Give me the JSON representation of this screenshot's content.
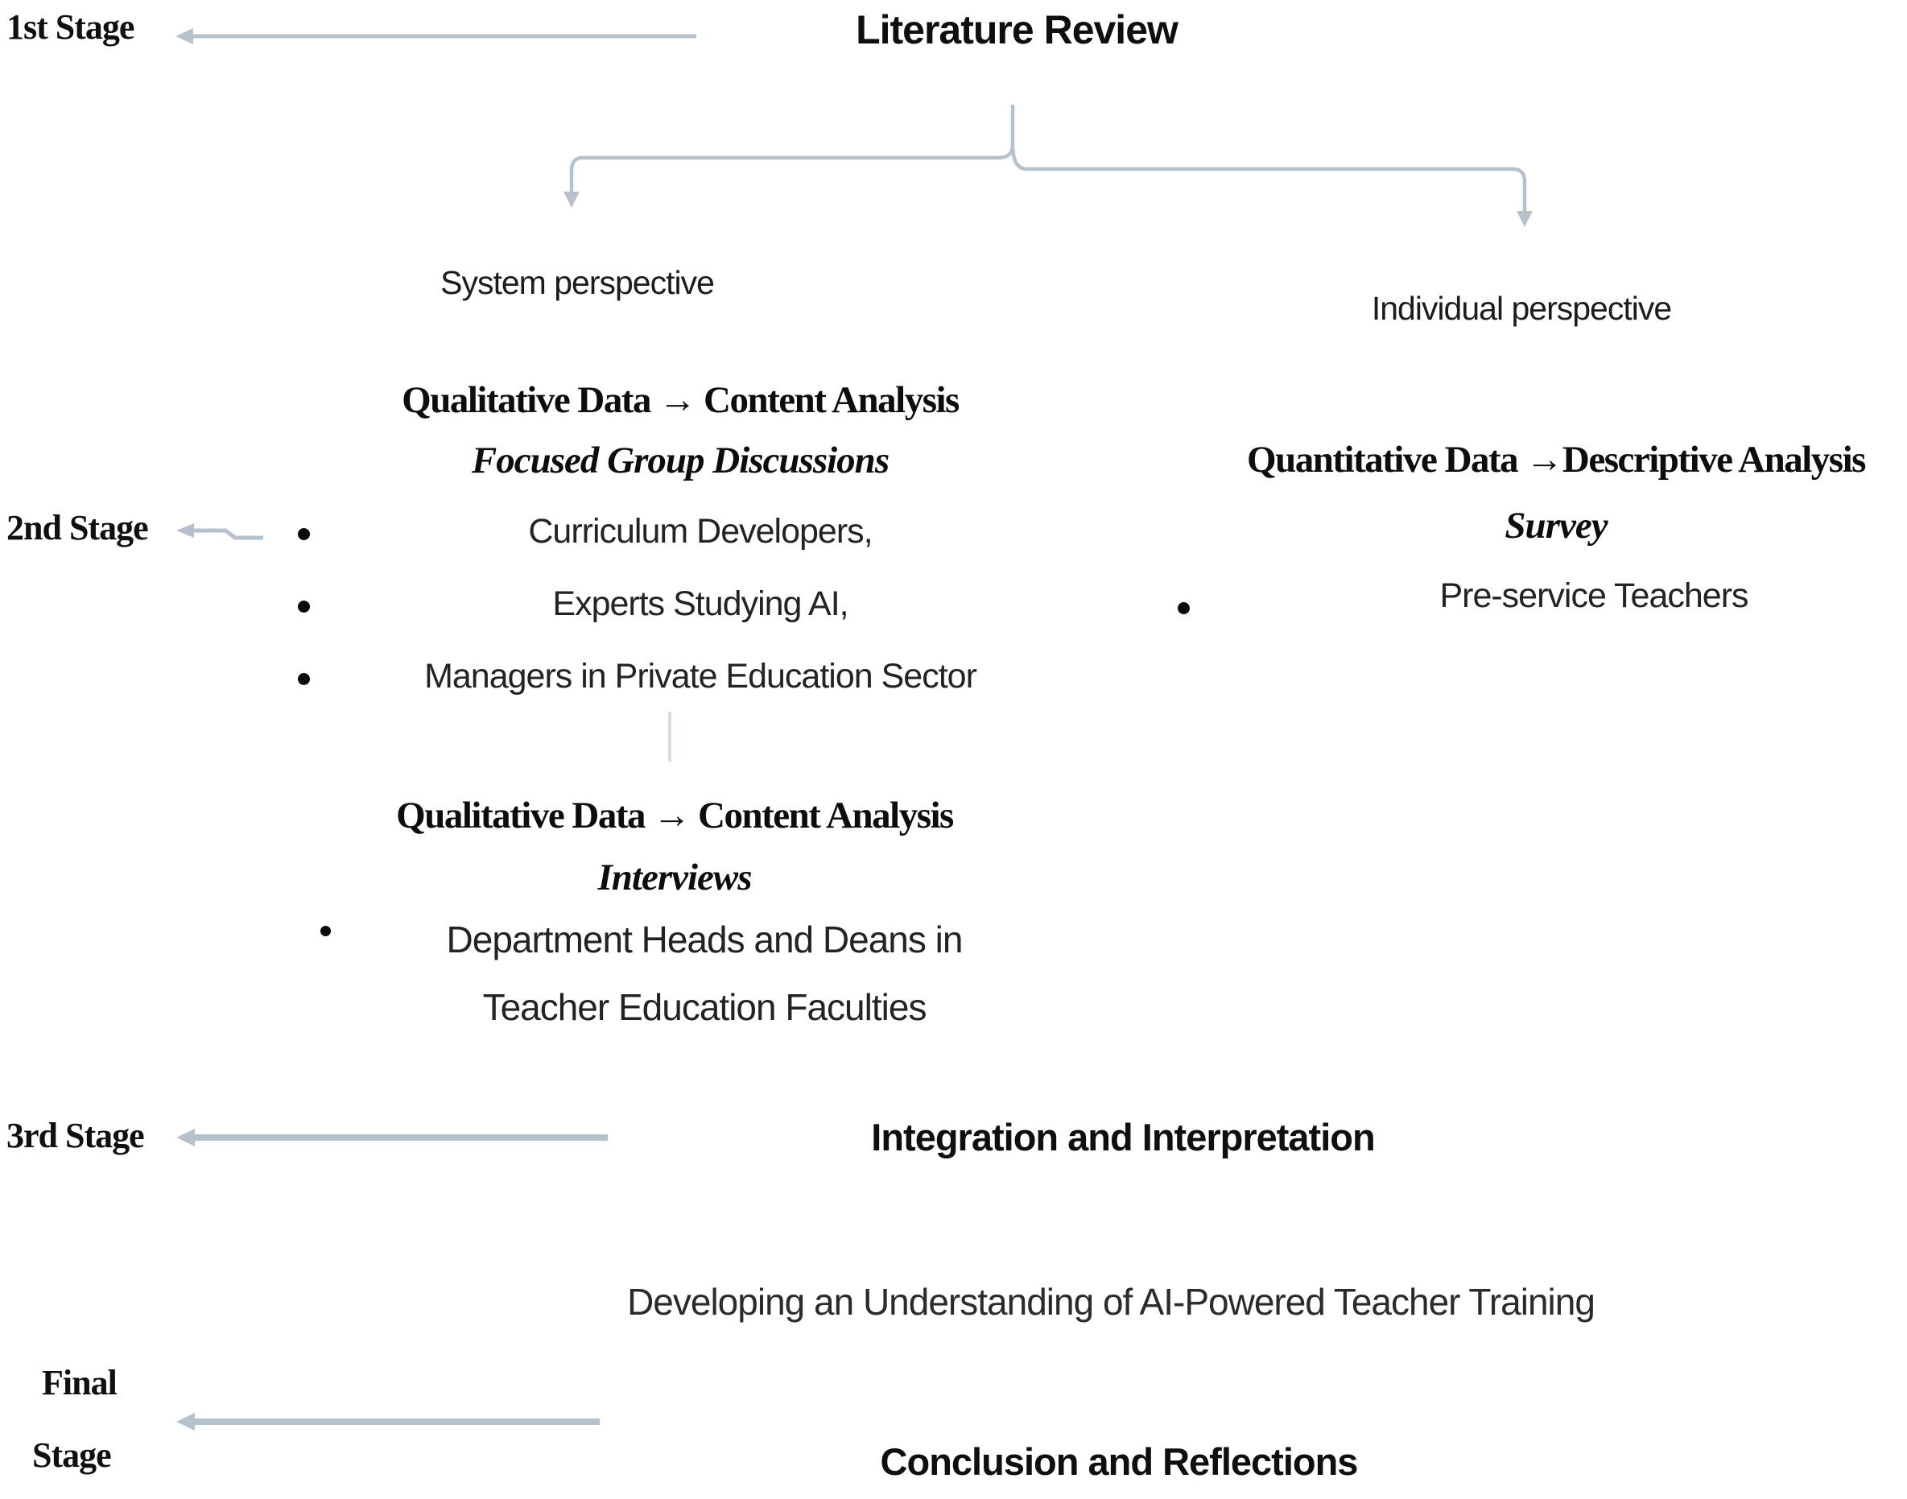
{
  "stages": {
    "stage1": {
      "label": "1st Stage"
    },
    "stage2": {
      "label": "2nd Stage"
    },
    "stage3": {
      "label": "3rd Stage"
    },
    "final_stage": {
      "label_line1": "Final",
      "label_line2": "Stage"
    }
  },
  "nodes": {
    "literature_review": "Literature Review",
    "system_perspective": "System perspective",
    "individual_perspective": "Individual perspective",
    "qualitative_fgd": {
      "title": "Qualitative Data → Content Analysis",
      "method": "Focused Group Discussions",
      "participants": [
        "Curriculum Developers,",
        "Experts Studying AI,",
        "Managers in Private Education Sector"
      ]
    },
    "quantitative_survey": {
      "title": "Quantitative Data →Descriptive Analysis",
      "method": "Survey",
      "participants": [
        "Pre-service Teachers"
      ]
    },
    "qualitative_interviews": {
      "title": "Qualitative Data → Content Analysis",
      "method": "Interviews",
      "participant_line1": "Department Heads and  Deans in",
      "participant_line2": "Teacher Education Faculties"
    },
    "integration": "Integration and Interpretation",
    "developing": "Developing an Understanding of AI-Powered Teacher Training",
    "conclusion": "Conclusion and Reflections"
  },
  "colors": {
    "arrow": "#b7c1cb",
    "connector": "#cfd6dc",
    "text": "#161616"
  }
}
